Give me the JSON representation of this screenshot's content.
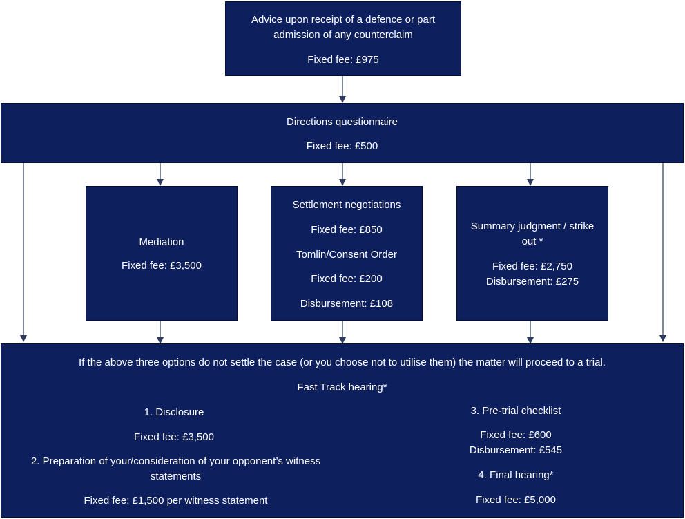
{
  "colors": {
    "box_fill": "#0d1f5c",
    "box_text": "#ffffff",
    "arrow": "#2b3a5e"
  },
  "advice": {
    "title": "Advice upon receipt of a defence or part admission of any counterclaim",
    "title_line1": "Advice upon receipt of a defence or part",
    "title_line2": "admission of any counterclaim",
    "fee": "Fixed fee: £975"
  },
  "directions": {
    "title": "Directions questionnaire",
    "fee": "Fixed fee: £500"
  },
  "mediation": {
    "title": "Mediation",
    "fee": "Fixed fee: £3,500"
  },
  "settlement": {
    "title": "Settlement negotiations",
    "fee": "Fixed fee: £850",
    "order_title": "Tomlin/Consent Order",
    "order_fee": "Fixed fee: £200",
    "disbursement": "Disbursement: £108"
  },
  "summary": {
    "title_line1": "Summary judgment / strike",
    "title_line2": "out *",
    "fee": "Fixed fee: £2,750",
    "disbursement": "Disbursement: £275"
  },
  "trial": {
    "intro": "If the above three options do not settle the case (or you choose not to utilise them) the matter will proceed to a trial.",
    "hearing_title": "Fast Track hearing*",
    "disclosure_title": "1. Disclosure",
    "disclosure_fee": "Fixed fee: £3,500",
    "witness_title_line1": "2. Preparation of your/consideration of your opponent’s witness",
    "witness_title_line2": "statements",
    "witness_fee": "Fixed fee: £1,500 per witness statement",
    "checklist_title": "3. Pre-trial checklist",
    "checklist_fee": "Fixed fee: £600",
    "checklist_disbursement": "Disbursement: £545",
    "final_title": "4. Final hearing*",
    "final_fee": "Fixed fee: £5,000"
  }
}
